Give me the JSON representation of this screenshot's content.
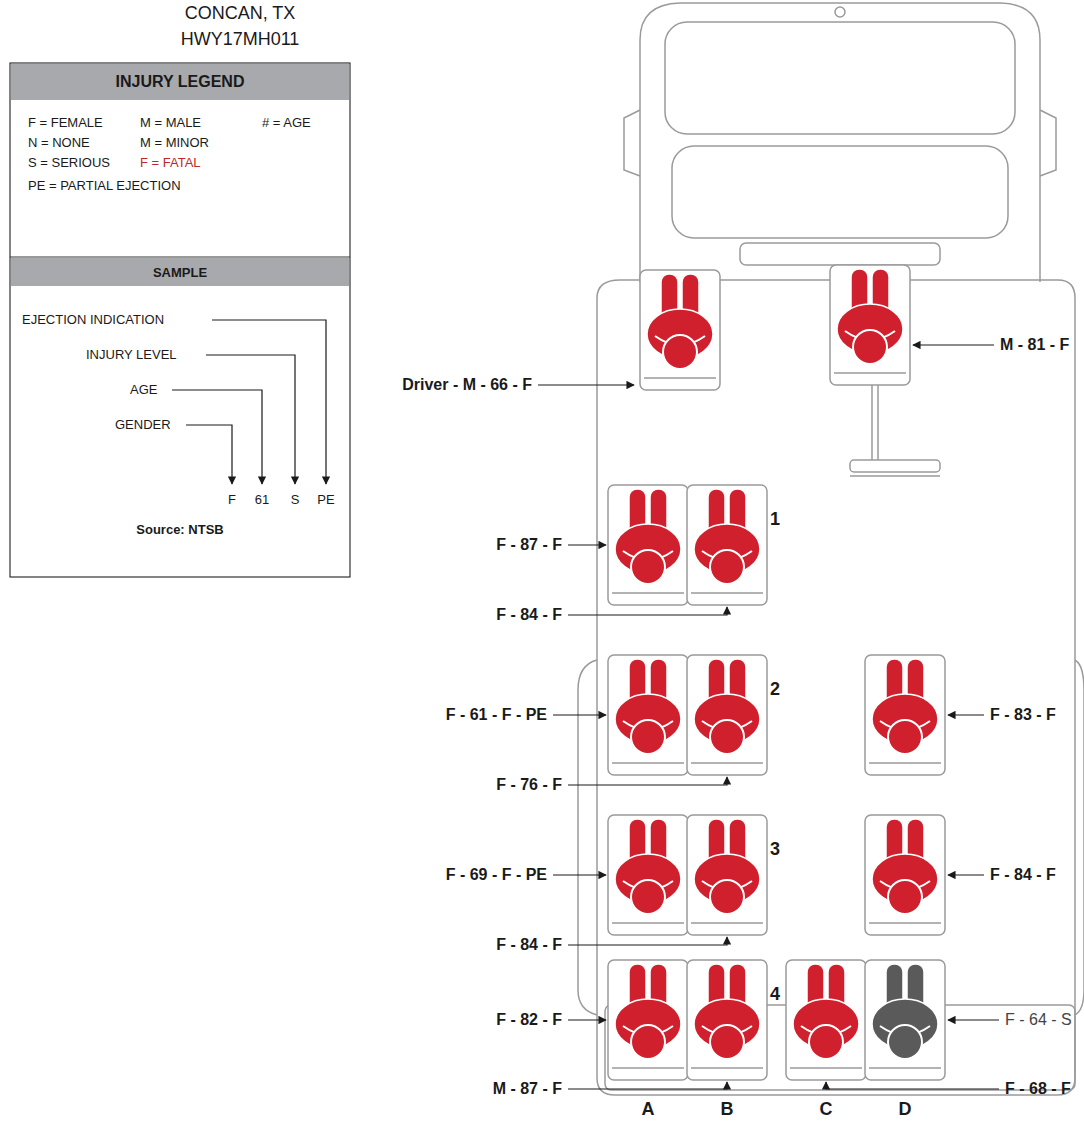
{
  "diagram": {
    "nodes": [
      {
        "text": [
          "INJURY LEGEND"
        ]
      },
      {
        "text": [
          "SAMPLE"
        ]
      }
    ],
    "labels": [
      "CONCAN, TX",
      "HWY17MH011",
      "EJECTION INDICATION",
      "INJURY LEVEL",
      "AGE",
      "GENDER",
      "F",
      "61",
      "S",
      "PE",
      "Source: NTSB",
      "Driver - M - 66 - F",
      "M - 81 - F",
      "F - 87 - F",
      "F - 84 - F",
      "1",
      "F - 61 - F - PE",
      "F - 76 - F",
      "2",
      "F - 83 - F",
      "F - 69 - F - PE",
      "F - 84 - F",
      "3",
      "F - 84 - F",
      "F - 82 - F",
      "M - 87 - F",
      "4",
      "F - 64 - S",
      "F - 68 - F",
      "A",
      "B",
      "C",
      "D"
    ],
    "legend": [
      {
        "text": "F = FEMALE"
      },
      {
        "text": "M = MALE"
      },
      {
        "text": "# = AGE"
      },
      {
        "text": "N = NONE"
      },
      {
        "text": "M = MINOR"
      },
      {
        "text": "S = SERIOUS"
      },
      {
        "text": "F = FATAL"
      },
      {
        "text": "PE = PARTIAL EJECTION"
      }
    ]
  }
}
